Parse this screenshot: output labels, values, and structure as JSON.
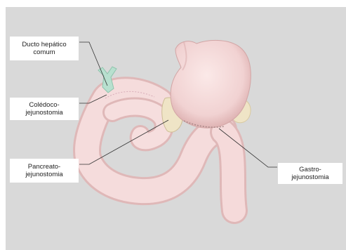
{
  "labels": {
    "ducto": "Ducto hepático\ncomum",
    "coledoco": "Colédoco-\njejunostomia",
    "pancreato": "Pancreato-\njejunostomia",
    "gastro": "Gastro-\njejunostomia"
  },
  "colors": {
    "background": "#d9d9d9",
    "tissue": "#f3d6d6",
    "tissue_shadow": "#dcb0b0",
    "pancreas": "#efe4c6",
    "bile_duct": "#b8e0cf",
    "leader": "#333333"
  }
}
